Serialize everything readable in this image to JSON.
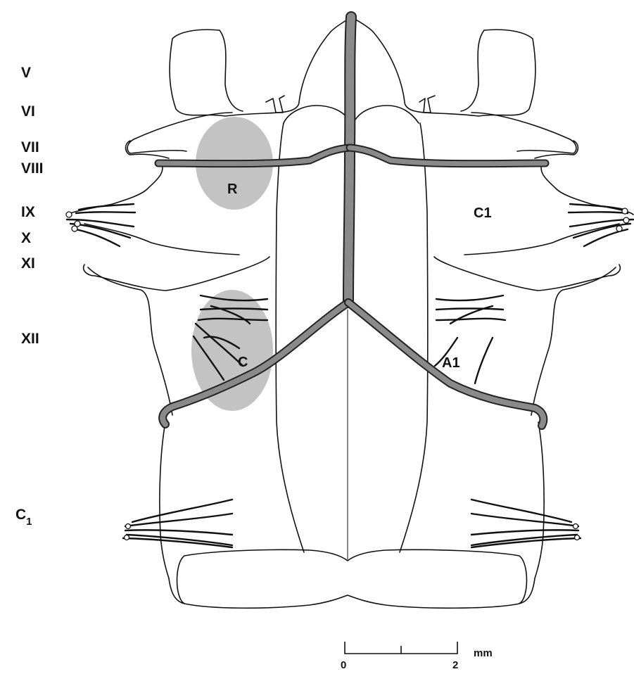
{
  "nerve_labels": [
    {
      "id": "v",
      "text": "V"
    },
    {
      "id": "vi",
      "text": "VI"
    },
    {
      "id": "vii",
      "text": "VII"
    },
    {
      "id": "viii",
      "text": "VIII"
    },
    {
      "id": "ix",
      "text": "IX"
    },
    {
      "id": "x",
      "text": "X"
    },
    {
      "id": "xi",
      "text": "XI"
    },
    {
      "id": "xii",
      "text": "XII"
    }
  ],
  "cervical_label": {
    "base": "C",
    "subscript": "1"
  },
  "region_labels": {
    "r": "R",
    "c": "C"
  },
  "vessel_labels": {
    "c1": "C1",
    "a1": "A1"
  },
  "scale_bar": {
    "start": "0",
    "end": "2",
    "unit": "mm"
  },
  "colors": {
    "vessel_fill": "#8a8a8a",
    "vessel_edge": "#222222",
    "region_fill": "#b9b9b9",
    "outline": "#111111"
  }
}
